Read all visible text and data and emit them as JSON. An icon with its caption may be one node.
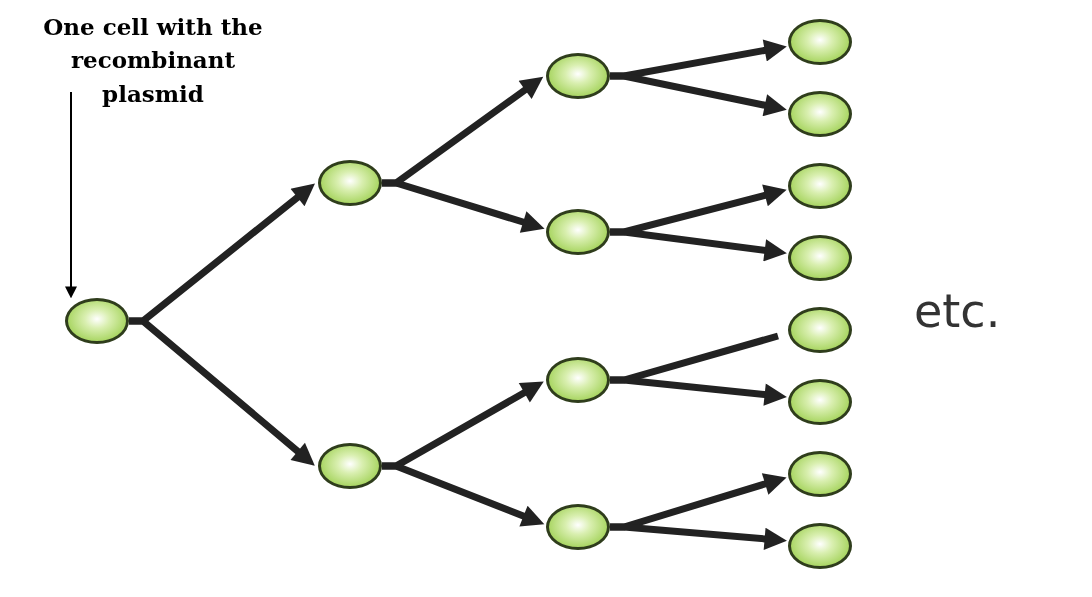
{
  "diagram": {
    "nodes": [
      {
        "text": [
          "One cell with the recombinant plasmid"
        ]
      },
      {
        "text": [],
        "shape": "ellipse"
      },
      {
        "text": [],
        "shape": "ellipse"
      },
      {
        "text": [],
        "shape": "ellipse"
      },
      {
        "text": [],
        "shape": "ellipse"
      },
      {
        "text": [],
        "shape": "ellipse"
      },
      {
        "text": [],
        "shape": "ellipse"
      },
      {
        "text": [],
        "shape": "ellipse"
      },
      {
        "text": [],
        "shape": "ellipse"
      },
      {
        "text": [],
        "shape": "ellipse"
      },
      {
        "text": [],
        "shape": "ellipse"
      },
      {
        "text": [],
        "shape": "ellipse"
      },
      {
        "text": [],
        "shape": "ellipse"
      },
      {
        "text": [],
        "shape": "ellipse"
      },
      {
        "text": [],
        "shape": "ellipse"
      },
      {
        "text": [],
        "shape": "ellipse"
      }
    ],
    "edges": [
      {
        "from": 0,
        "to": 1,
        "arrow": "to"
      },
      {
        "from": 1,
        "to": 2,
        "arrow": "to"
      },
      {
        "from": 1,
        "to": 3,
        "arrow": "to"
      },
      {
        "from": 2,
        "to": 4,
        "arrow": "to"
      },
      {
        "from": 2,
        "to": 5,
        "arrow": "to"
      },
      {
        "from": 3,
        "to": 6,
        "arrow": "to"
      },
      {
        "from": 3,
        "to": 7,
        "arrow": "to"
      },
      {
        "from": 4,
        "to": 8,
        "arrow": "to"
      },
      {
        "from": 4,
        "to": 9,
        "arrow": "to"
      },
      {
        "from": 5,
        "to": 10,
        "arrow": "to"
      },
      {
        "from": 5,
        "to": 11,
        "arrow": "to"
      },
      {
        "from": 6,
        "to": 12,
        "arrow": "none"
      },
      {
        "from": 6,
        "to": 13,
        "arrow": "to"
      },
      {
        "from": 7,
        "to": 14,
        "arrow": "to"
      },
      {
        "from": 7,
        "to": 15,
        "arrow": "to"
      }
    ],
    "labels": [
      "etc."
    ]
  }
}
